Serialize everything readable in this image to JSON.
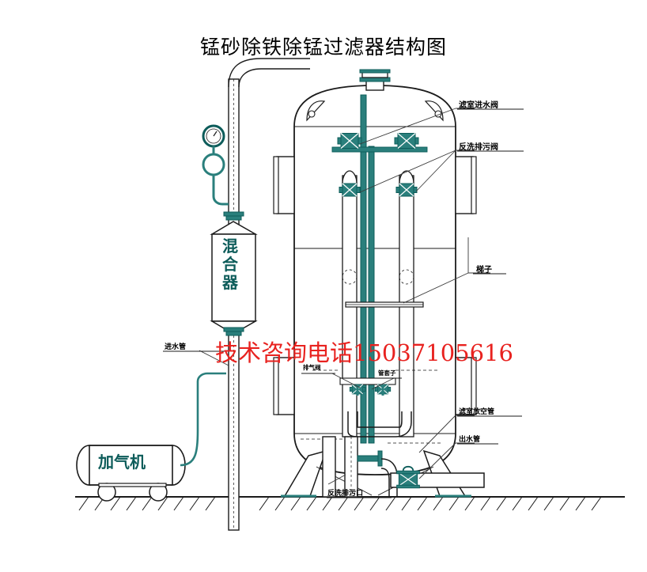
{
  "diagram": {
    "title": "锰砂除铁除锰过滤器结构图",
    "promo_text": "技术咨询电话15037105616",
    "colors": {
      "line": "#1b1b1b",
      "teal": "#2a7f7c",
      "teal_dark": "#0d5c5a",
      "red": "#e8221f",
      "leader": "#4a4a4a",
      "white": "#ffffff"
    },
    "equipment": {
      "mixer": {
        "chars": [
          "混",
          "合",
          "器"
        ],
        "name": "混合器"
      },
      "compressor": {
        "label": "加气机"
      }
    },
    "callouts": [
      {
        "id": "filter-inlet-valve",
        "label": "滤室进水阀"
      },
      {
        "id": "backwash-drain-valve",
        "label": "反洗排污阀"
      },
      {
        "id": "ladder",
        "label": "梯子"
      },
      {
        "id": "exhaust-valve",
        "label": "排气阀"
      },
      {
        "id": "pipe-clamp",
        "label": "管套子"
      },
      {
        "id": "filter-vent-pipe",
        "label": "滤室放空管"
      },
      {
        "id": "outlet-pipe",
        "label": "出水管"
      },
      {
        "id": "backwash-drain-port",
        "label": "反洗排污口"
      },
      {
        "id": "inlet-pipe",
        "label": "进水管"
      }
    ]
  }
}
